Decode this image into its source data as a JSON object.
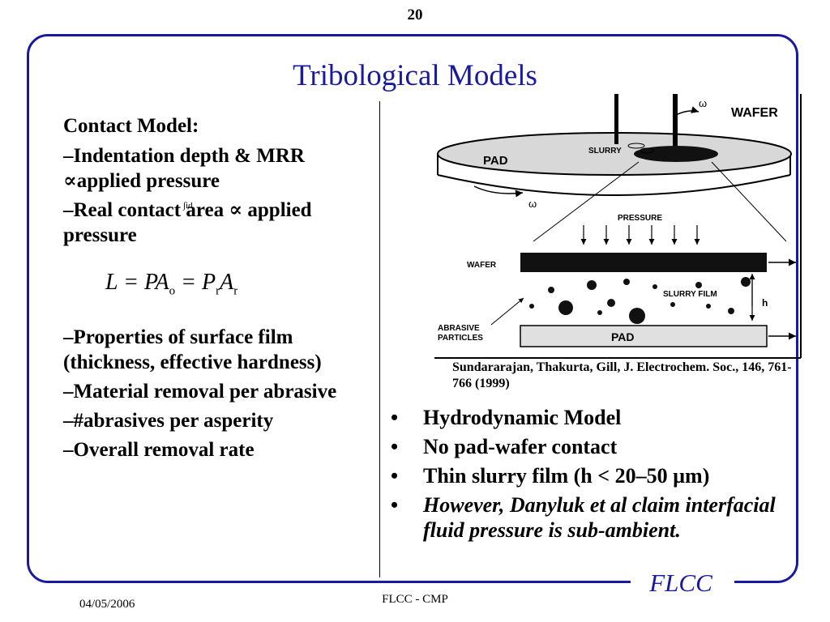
{
  "slide_number": "20",
  "title": "Tribological Models",
  "left": {
    "heading": "Contact Model:",
    "items": [
      "–Indentation depth & MRR ∝applied pressure",
      "–Real contact area ∝ applied pressure"
    ],
    "formula": {
      "lhs": "L",
      "mid": "PA",
      "mid_sub": "o",
      "rhs": "P",
      "rhs_sub1": "r",
      "rhs_2": "A",
      "rhs_sub2": "r"
    },
    "items2": [
      "–Properties of surface film (thickness, effective hardness)",
      "–Material removal per abrasive",
      "–#abrasives per asperity",
      "–Overall removal rate"
    ],
    "tiny_mark": "∫id"
  },
  "diagram": {
    "omega_top": "ω",
    "wafer_label": "WAFER",
    "slurry_label": "SLURRY",
    "pad_label": "PAD",
    "omega_bottom": "ω",
    "pressure_label": "PRESSURE",
    "wafer_detail": "WAFER",
    "slurry_film": "SLURRY FILM",
    "h_label": "h",
    "abrasive_1": "ABRASIVE",
    "abrasive_2": "PARTICLES",
    "pad_detail": "PAD"
  },
  "citation": "Sundararajan, Thakurta, Gill, J. Electrochem. Soc., 146, 761-766 (1999)",
  "bullets": [
    {
      "text": "Hydrodynamic Model",
      "italic": false
    },
    {
      "text": "No pad-wafer contact",
      "italic": false
    },
    {
      "text": "Thin slurry film (h < 20–50 µm)",
      "italic": false
    },
    {
      "text": "However, Danyluk et al claim interfacial fluid pressure is sub-ambient.",
      "italic": true
    }
  ],
  "bullet_symbol": "•",
  "footer": {
    "date": "04/05/2006",
    "center": "FLCC - CMP",
    "logo": "FLCC"
  },
  "colors": {
    "accent": "#1a1aa0"
  }
}
